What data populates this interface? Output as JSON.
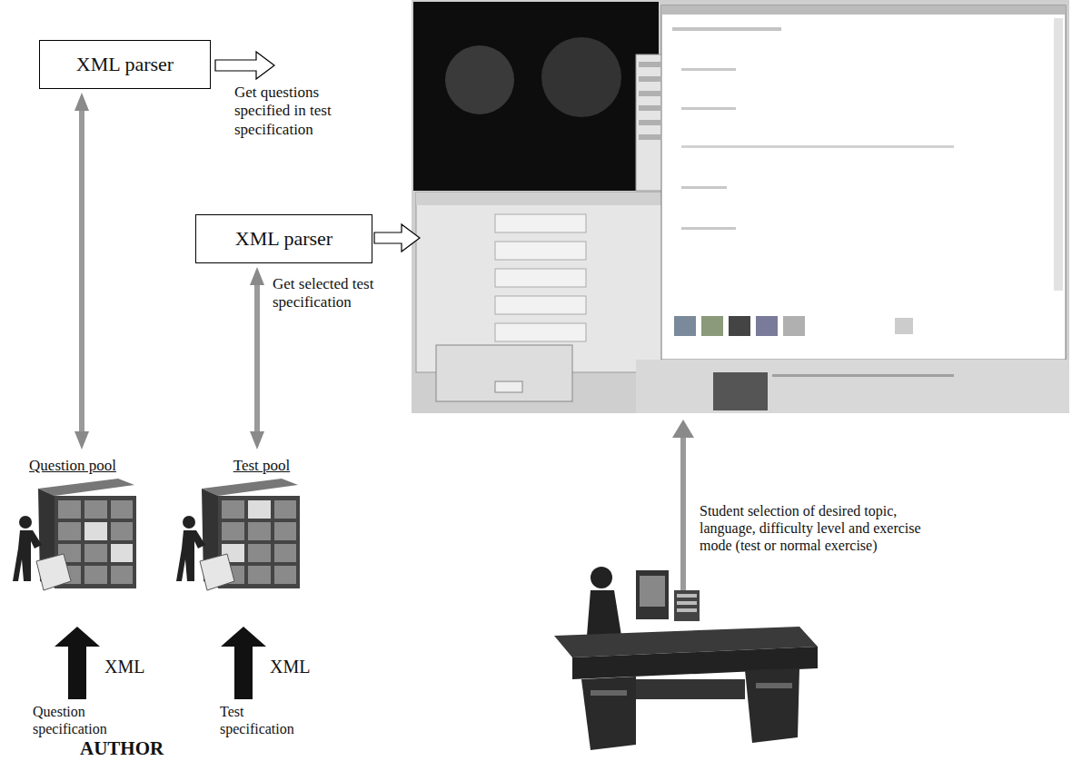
{
  "diagram": {
    "nodes": [
      {
        "text": [
          "XML parser"
        ]
      },
      {
        "text": [
          "XML parser"
        ]
      },
      {
        "text": [
          "Question pool"
        ]
      },
      {
        "text": [
          "Test pool"
        ]
      }
    ],
    "edges": [
      {
        "from": 0,
        "to": 2,
        "arrow": "both"
      },
      {
        "from": 1,
        "to": 3,
        "arrow": "both"
      }
    ],
    "labels": [
      "Get questions specified in test specification",
      "Get selected test specification",
      "Student selection of desired topic, language, difficulty level and exercise mode (test or normal exercise)",
      "XML",
      "Question specification",
      "XML",
      "Test specification",
      "AUTHOR"
    ]
  }
}
